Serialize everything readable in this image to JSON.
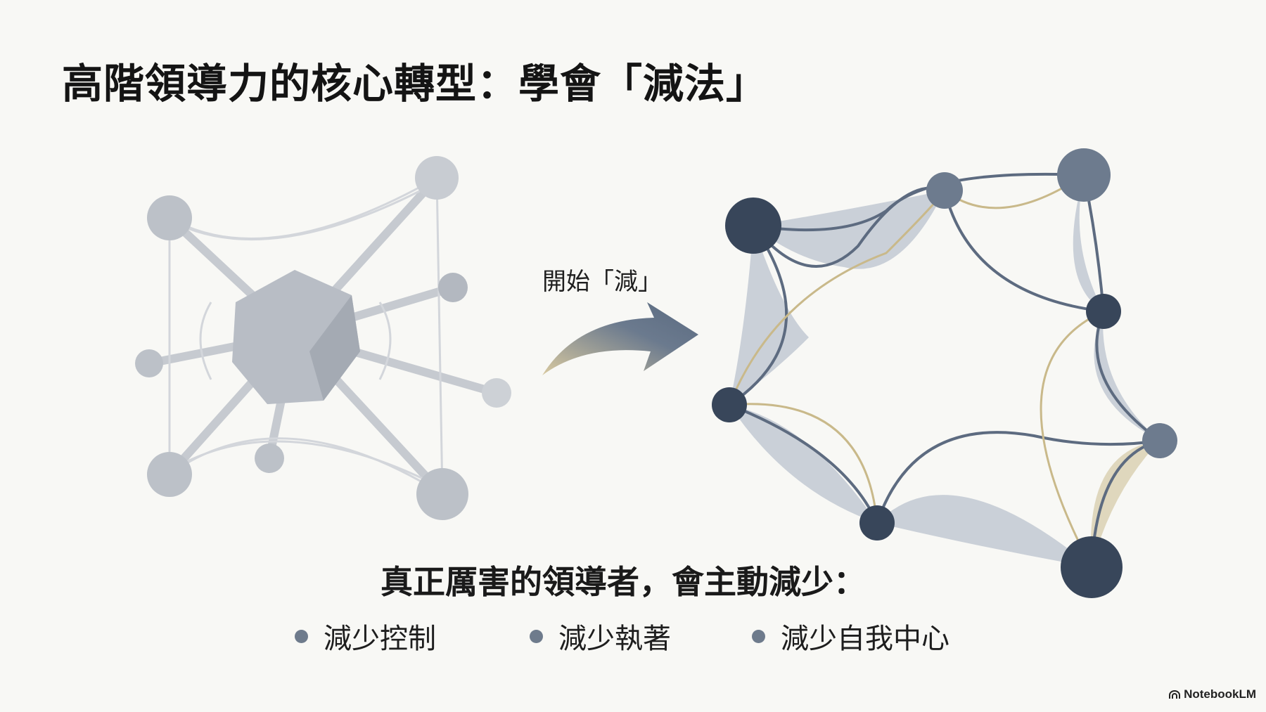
{
  "title": "高階領導力的核心轉型：學會「減法」",
  "arrow_label": "開始「減」",
  "subtitle": "真正厲害的領導者，會主動減少：",
  "bullets": [
    {
      "label": "減少控制"
    },
    {
      "label": "減少執著"
    },
    {
      "label": "減少自我中心"
    }
  ],
  "brand": {
    "name": "NotebookLM",
    "icon": "notebooklm-logo-icon"
  },
  "colors": {
    "dark_node": "#38465a",
    "mid_node": "#6d7b8e",
    "gray_node": "#b9bec6",
    "gold": "#c9b98a",
    "bullet": "#6e7b8c"
  }
}
